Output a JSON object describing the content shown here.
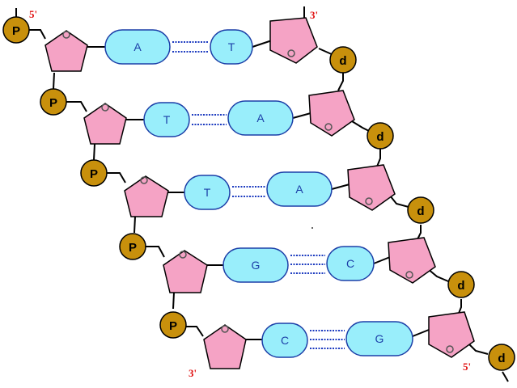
{
  "strand_ends": {
    "left_top": "5'",
    "right_top": "3'",
    "left_bottom": "3'",
    "right_bottom": "5'"
  },
  "phosphate_label": "P",
  "deoxy_label": "d",
  "base_pairs": [
    {
      "left": "A",
      "right": "T",
      "bonds": 2
    },
    {
      "left": "T",
      "right": "A",
      "bonds": 2
    },
    {
      "left": "T",
      "right": "A",
      "bonds": 2
    },
    {
      "left": "G",
      "right": "C",
      "bonds": 3
    },
    {
      "left": "C",
      "right": "G",
      "bonds": 3
    }
  ],
  "colors": {
    "phosphate": "#c8900c",
    "sugar": "#f5a3c5",
    "base": "#99eefb",
    "bond": "#1e3cc0",
    "end_label": "#e01010"
  }
}
